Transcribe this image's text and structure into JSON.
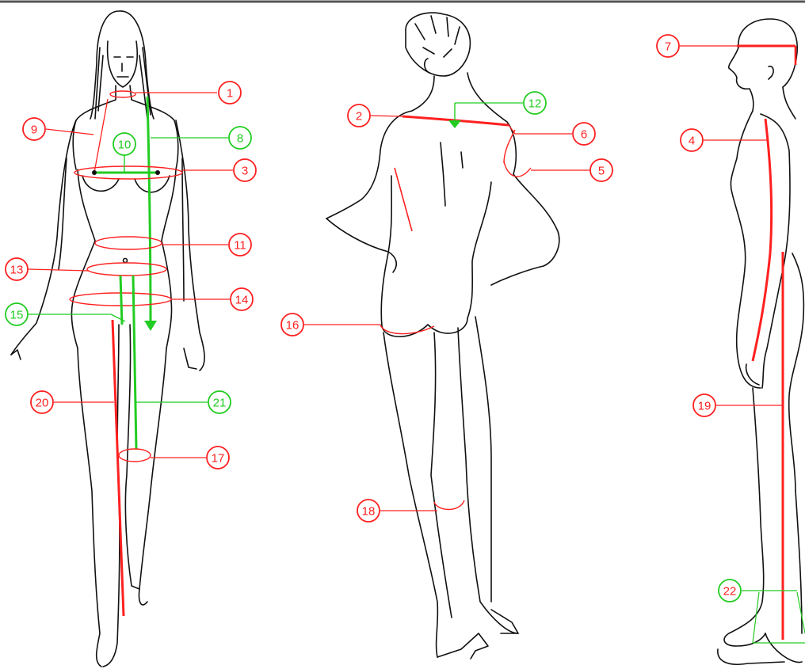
{
  "labels": {
    "l1": "1",
    "l2": "2",
    "l3": "3",
    "l4": "4",
    "l5": "5",
    "l6": "6",
    "l7": "7",
    "l8": "8",
    "l9": "9",
    "l10": "10",
    "l11": "11",
    "l12": "12",
    "l13": "13",
    "l14": "14",
    "l15": "15",
    "l16": "16",
    "l17": "17",
    "l18": "18",
    "l19": "19",
    "l20": "20",
    "l21": "21",
    "l22": "22"
  },
  "colors": {
    "circumference": "#ff2020",
    "length": "#22cc22",
    "outline": "#111111"
  }
}
